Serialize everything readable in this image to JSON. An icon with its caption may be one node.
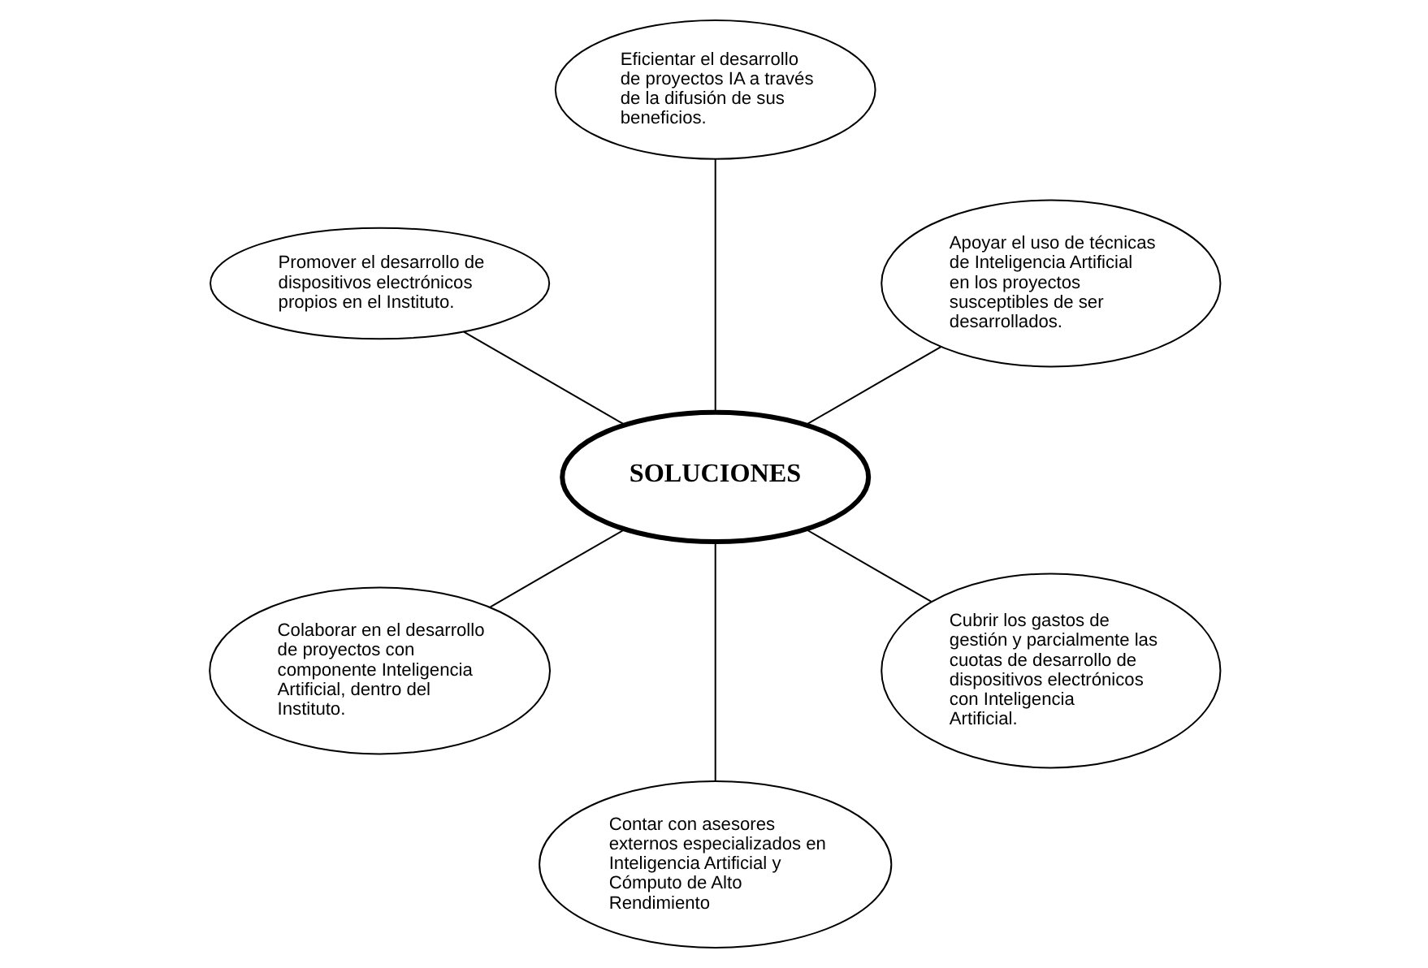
{
  "diagram": {
    "nodes": [
      {
        "text": [
          "Apoyar el uso de técnicas de Inteligencia Artificial en los proyectos susceptibles de ser desarrollados."
        ]
      },
      {
        "text": [
          "Eficientar el desarrollo de proyectos IA a través de la difusión de sus beneficios."
        ]
      },
      {
        "text": [
          "Promover el desarrollo de dispositivos electrónicos propios en el Instituto."
        ]
      },
      {
        "text": [
          "SOLUCIONES"
        ]
      },
      {
        "text": [
          "Colaborar en el desarrollo de proyectos con componente Inteligencia Artificial, dentro del Instituto."
        ]
      },
      {
        "text": [
          "Contar con asesores externos especializados en Inteligencia Artificial y Cómputo de Alto Rendimiento"
        ]
      },
      {
        "text": [
          "Cubrir los gastos de gestión y parcialmente las cuotas de desarrollo de dispositivos electrónicos con Inteligencia Artificial."
        ]
      }
    ],
    "edges": [
      {
        "from": 3,
        "to": 0,
        "arrow": "none"
      },
      {
        "from": 3,
        "to": 1,
        "arrow": "none"
      },
      {
        "from": 3,
        "to": 2,
        "arrow": "none"
      },
      {
        "from": 3,
        "to": 4,
        "arrow": "none"
      },
      {
        "from": 3,
        "to": 5,
        "arrow": "none"
      },
      {
        "from": 3,
        "to": 6,
        "arrow": "none"
      }
    ]
  }
}
